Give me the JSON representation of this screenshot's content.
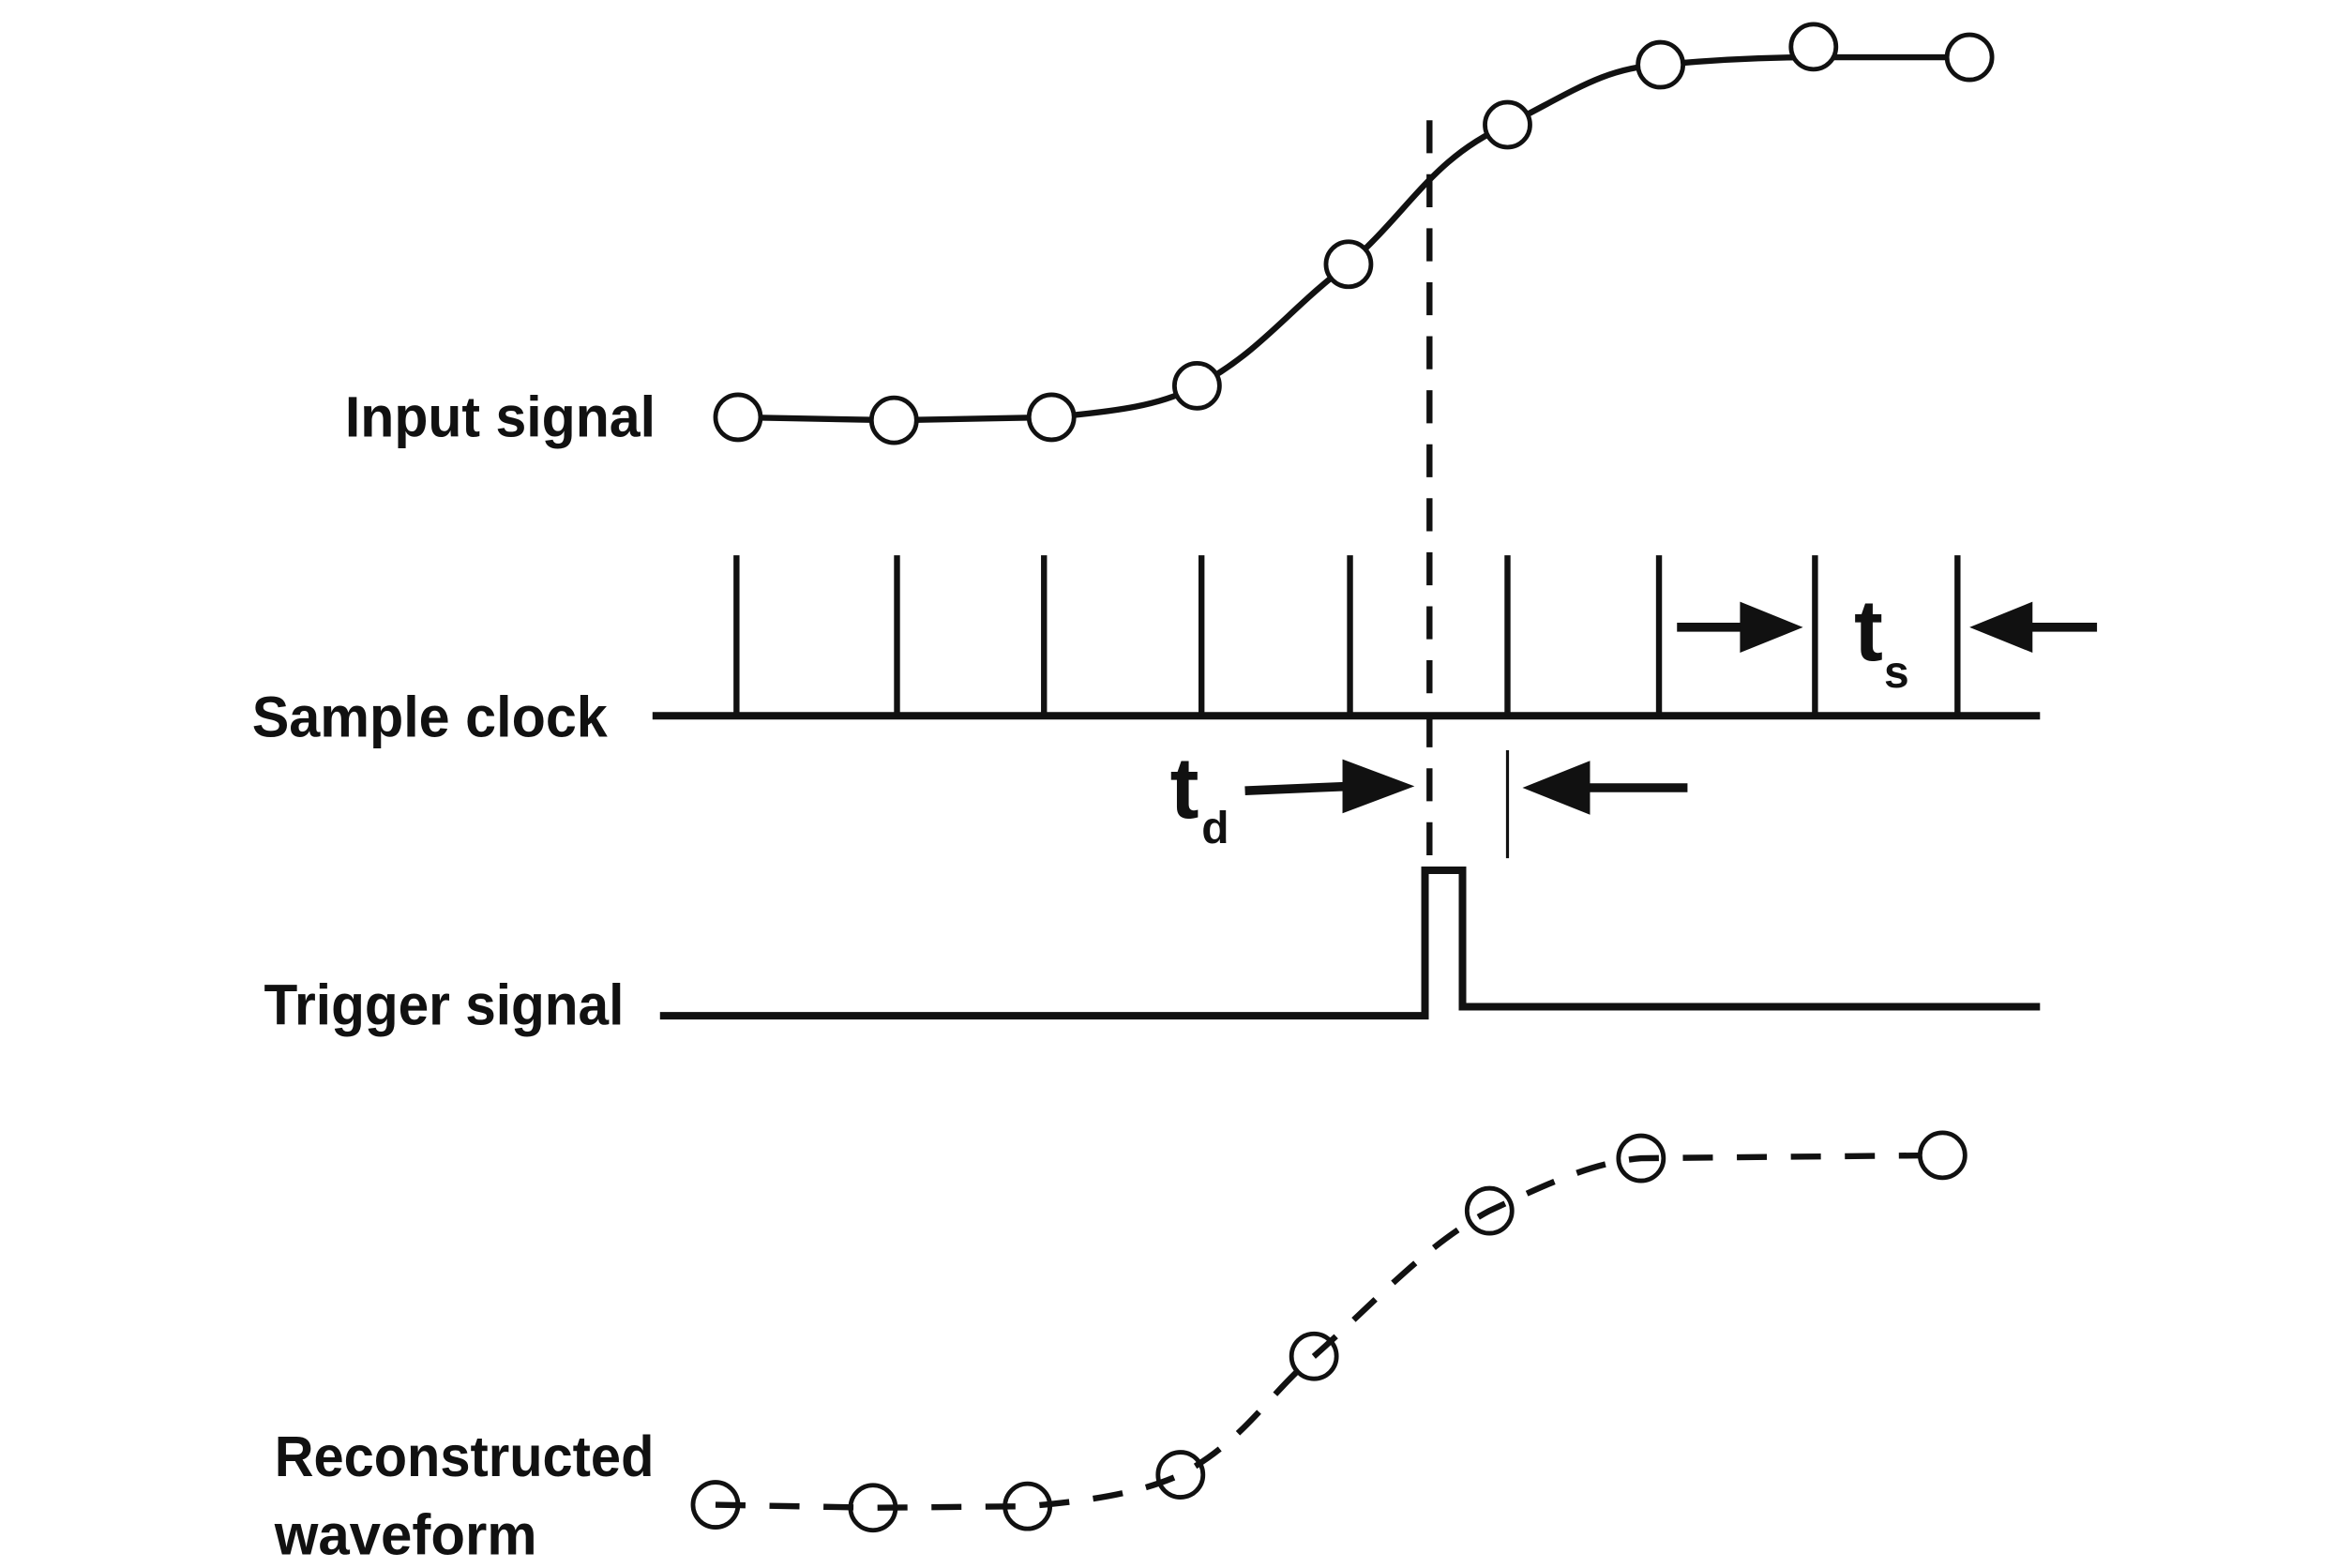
{
  "labels": {
    "input_signal": "Input signal",
    "sample_clock": "Sample clock",
    "trigger_signal": "Trigger signal",
    "reconstructed_line1": "Reconstructed",
    "reconstructed_line2": "waveform"
  },
  "symbols": {
    "ts_main": "t",
    "ts_sub": "s",
    "td_main": "t",
    "td_sub": "d"
  },
  "colors": {
    "ink": "#111111",
    "background": "#ffffff"
  }
}
